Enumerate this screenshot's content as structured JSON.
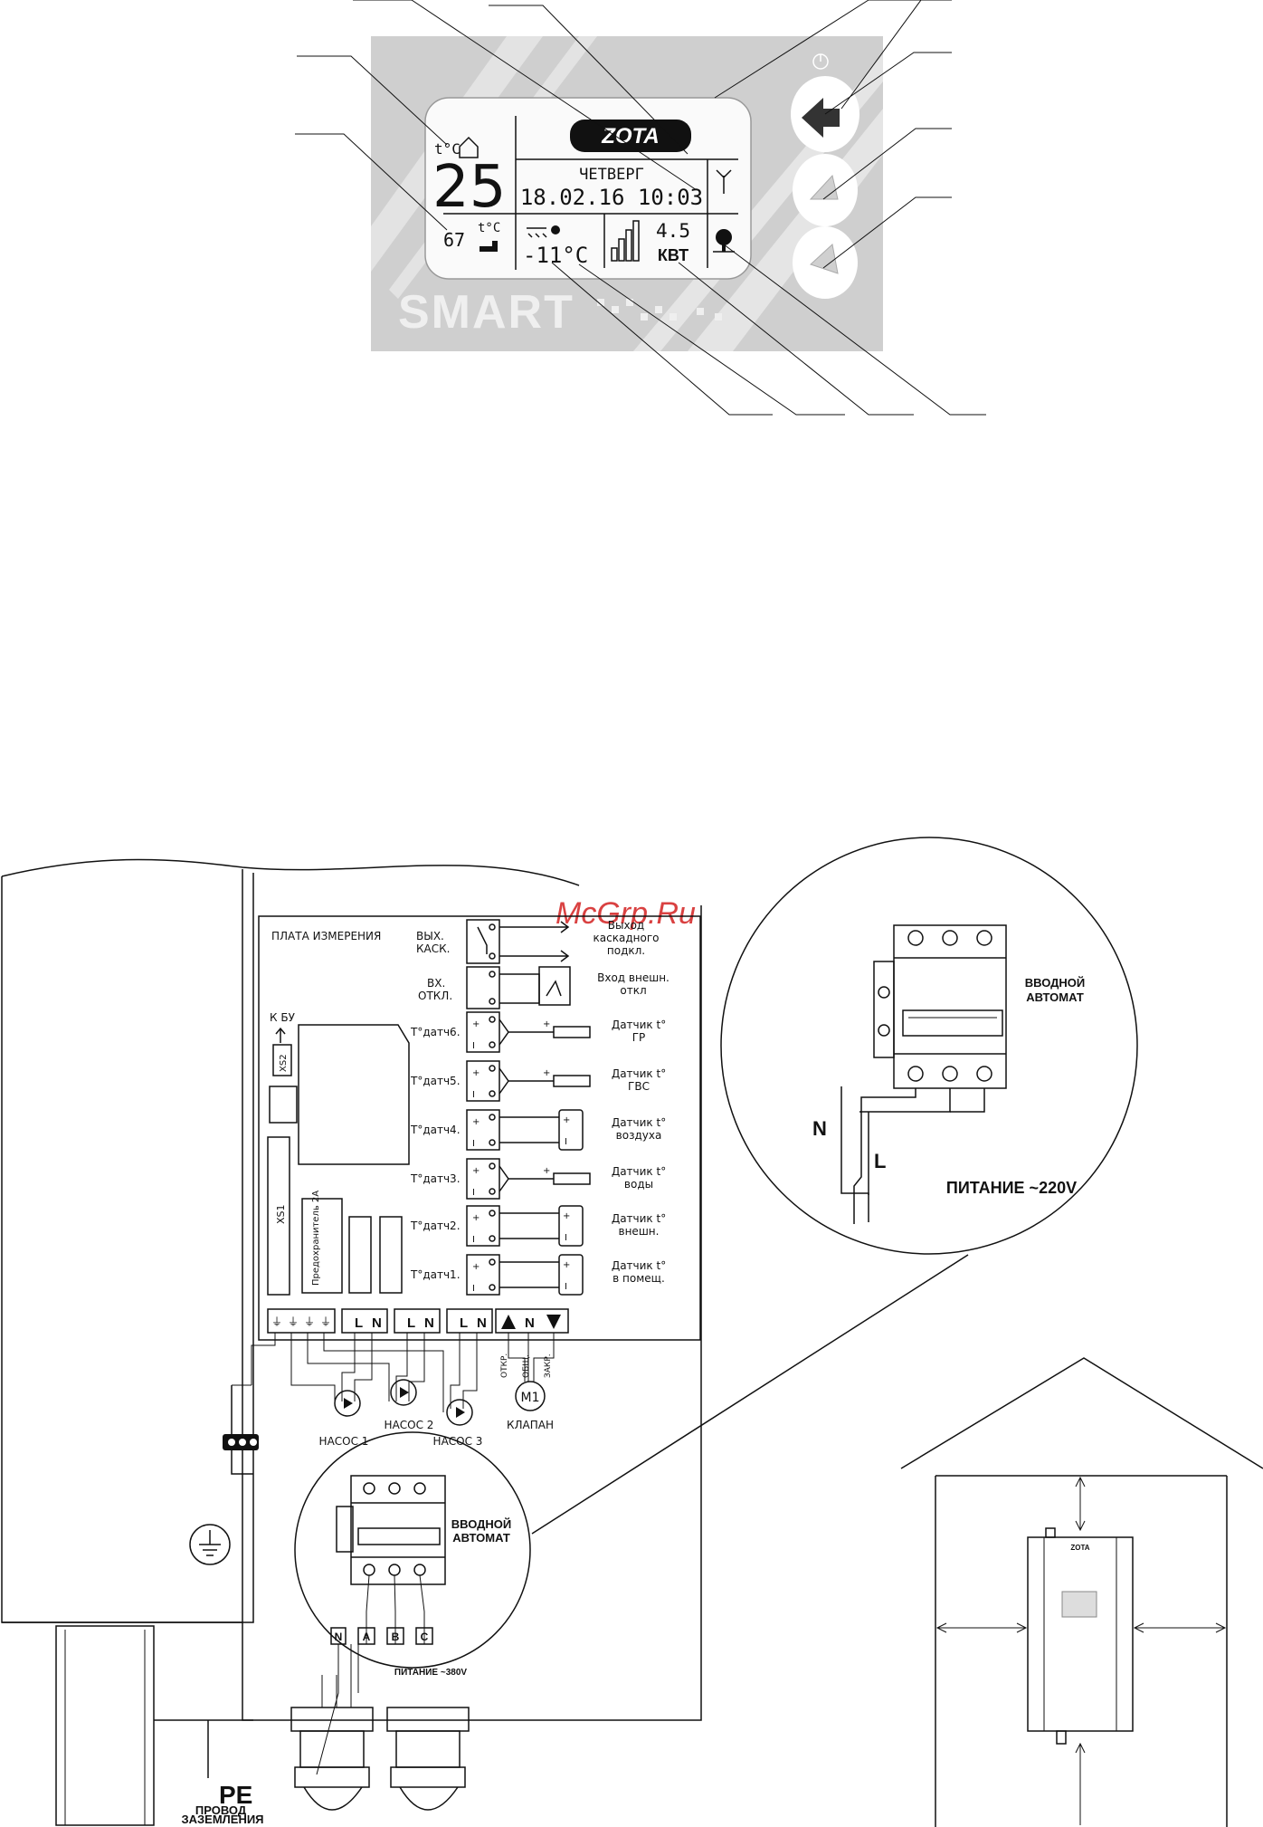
{
  "watermark": "McGrp.Ru",
  "display": {
    "room_temp_unit": "t°C",
    "room_temp": "25",
    "dhw_temp": "67",
    "dhw_unit": "t°C",
    "brand": "ZOTA",
    "day": "ЧЕТВЕРГ",
    "datetime": "18.02.16 10:03",
    "outdoor_temp": "-11°C",
    "power_value": "4.5",
    "power_unit": "КВТ",
    "smart_label": "SMART"
  },
  "board": {
    "title": "ПЛАТА ИЗМЕРЕНИЯ",
    "k_bu": "К БУ",
    "xs2": "XS2",
    "xs1": "XS1",
    "fuse": "Предохранитель 2А",
    "cascade_out_label": "ВЫХ. КАСК.",
    "cascade_out_desc": "Выход каскадного подкл.",
    "ext_off_label": "ВХ. ОТКЛ.",
    "ext_off_desc": "Вход внешн. откл",
    "sensors": [
      {
        "label": "T°датч6.",
        "desc1": "Датчик t°",
        "desc2": "ГР"
      },
      {
        "label": "T°датч5.",
        "desc1": "Датчик t°",
        "desc2": "ГВС"
      },
      {
        "label": "T°датч4.",
        "desc1": "Датчик t°",
        "desc2": "воздуха"
      },
      {
        "label": "T°датч3.",
        "desc1": "Датчик t°",
        "desc2": "воды"
      },
      {
        "label": "T°датч2.",
        "desc1": "Датчик t°",
        "desc2": "внешн."
      },
      {
        "label": "T°датч1.",
        "desc1": "Датчик t°",
        "desc2": "в помещ."
      }
    ],
    "terminals": [
      "L",
      "N",
      "L",
      "N",
      "L",
      "N",
      "N"
    ],
    "valve_labels": [
      "ОТКР.",
      "ОБЩ.",
      "ЗАКР."
    ],
    "motor": "M1",
    "pumps": [
      "НАСОС 1",
      "НАСОС 2",
      "НАСОС 3"
    ],
    "valve": "КЛАПАН"
  },
  "breaker_380": {
    "title": "ВВОДНОЙ АВТОМАТ",
    "terminals": [
      "N",
      "A",
      "B",
      "C"
    ],
    "supply": "ПИТАНИЕ ~380V"
  },
  "breaker_220": {
    "title": "ВВОДНОЙ АВТОМАТ",
    "n": "N",
    "l": "L",
    "supply": "ПИТАНИЕ ~220V"
  },
  "ground": {
    "pe": "PE",
    "wire": "ПРОВОД ЗАЗЕМЛЕНИЯ"
  },
  "house": {
    "unit_brand": "ZOTA"
  }
}
